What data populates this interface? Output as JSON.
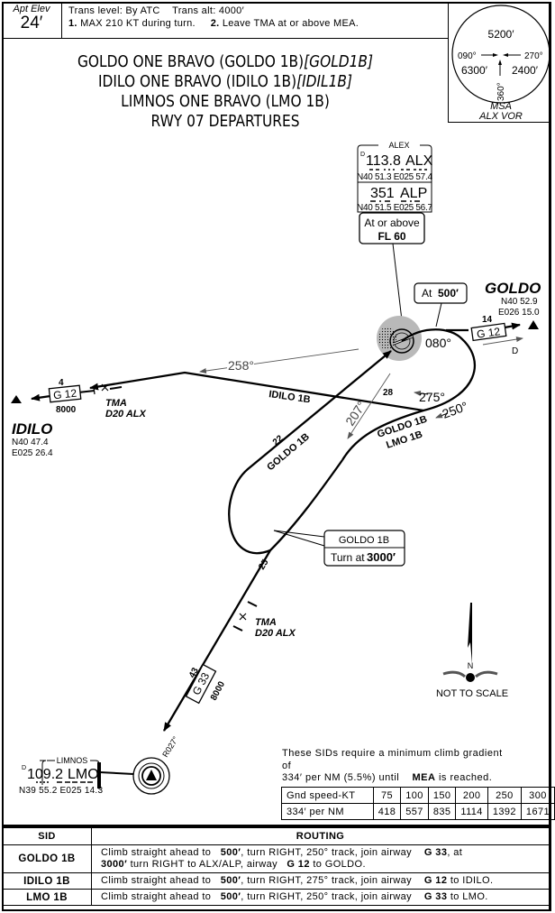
{
  "header": {
    "apt_elev_label": "Apt Elev",
    "apt_elev_value": "24′",
    "trans_level": "Trans level: By ATC",
    "trans_alt": "Trans alt: 4000′",
    "note1_num": "1.",
    "note1_text": "MAX 210 KT during turn.",
    "note2_num": "2.",
    "note2_text": "Leave TMA at or above MEA."
  },
  "msa": {
    "north_sector": "5200′",
    "west_sector": "6300′",
    "east_sector": "2400′",
    "bearing_left": "090°",
    "bearing_right": "270°",
    "bearing_bottom": "360°",
    "label": "MSA",
    "facility": "ALX VOR"
  },
  "title": {
    "line1": "GOLDO ONE BRAVO (GOLDO 1B)",
    "line1_code": "[GOLD1B]",
    "line2": "IDILO ONE BRAVO (IDILO 1B)",
    "line2_code": "[IDIL1B]",
    "line3": "LIMNOS ONE BRAVO (LMO 1B)",
    "line4": "RWY 07 DEPARTURES"
  },
  "navaids": {
    "alex": {
      "name": "ALEX",
      "vor_freq": "113.8",
      "vor_ident": "ALX",
      "vor_coords": "N40 51.3 E025 57.4",
      "ndb_freq": "351",
      "ndb_ident": "ALP",
      "ndb_coords": "N40 51.5 E025 56.7",
      "d_marker": "D"
    },
    "limnos": {
      "name": "LIMNOS",
      "freq": "109.2",
      "ident": "LMO",
      "coords": "N39 55.2 E025 14.3",
      "d_marker": "D",
      "radial": "R027°"
    }
  },
  "callouts": {
    "alex_alt_line1": "At or above",
    "alex_alt_line2": "FL 60",
    "at500_prefix": "At",
    "at500_value": "500′",
    "goldo_turn_title": "GOLDO 1B",
    "goldo_turn_prefix": "Turn at",
    "goldo_turn_value": "3000′"
  },
  "fixes": {
    "goldo": {
      "name": "GOLDO",
      "lat": "N40 52.9",
      "lon": "E026 15.0"
    },
    "idilo": {
      "name": "IDILO",
      "lat": "N40 47.4",
      "lon": "E025 26.4"
    }
  },
  "routes": {
    "g12_east": {
      "airway": "G 12",
      "distance": "14",
      "bearing": "080°",
      "dme": "D"
    },
    "g12_west": {
      "airway": "G 12",
      "distance": "4",
      "mea": "8000",
      "bearing": "258°"
    },
    "g33": {
      "airway": "G 33",
      "distance": "43",
      "mea": "8000"
    },
    "idilo_leg": {
      "label": "IDILO 1B",
      "distance": "28",
      "track": "275°"
    },
    "goldo_lmo_leg": {
      "label1": "GOLDO 1B",
      "label2": "LMO 1B",
      "track": "250°"
    },
    "goldo_inbound": {
      "label": "GOLDO 1B",
      "distance": "22",
      "track": "207°"
    },
    "lmo_leg": {
      "distance": "25"
    },
    "tma1": {
      "line1": "TMA",
      "line2": "D20 ALX"
    },
    "tma2": {
      "line1": "TMA",
      "line2": "D20 ALX"
    }
  },
  "north_arrow": {
    "n": "N",
    "scale_note": "NOT TO SCALE"
  },
  "climb_gradient": {
    "text1": "These SIDs require a minimum climb gradient",
    "text2": "of",
    "text3a": "334′ per NM (5.5%) until",
    "text3b": "MEA",
    "text3c": "is reached.",
    "row1_label": "Gnd speed-KT",
    "row2_label": "334′ per NM",
    "speeds": [
      "75",
      "100",
      "150",
      "200",
      "250",
      "300"
    ],
    "rates": [
      "418",
      "557",
      "835",
      "1114",
      "1392",
      "1671"
    ]
  },
  "routing_table": {
    "col_sid": "SID",
    "col_routing": "ROUTING",
    "rows": [
      {
        "sid": "GOLDO 1B",
        "t1": "Climb straight ahead to",
        "b1": "500′",
        "t2": ", turn RIGHT, 250° track, join airway",
        "b2": "G 33",
        "t3": ", at",
        "b3": "3000′",
        "t4": "turn RIGHT to ALX/ALP, airway",
        "b4": "G 12",
        "t5": "to GOLDO."
      },
      {
        "sid": "IDILO 1B",
        "t1": "Climb straight ahead to",
        "b1": "500′",
        "t2": ", turn RIGHT, 275° track, join airway",
        "b2": "G 12",
        "t3": "to IDILO."
      },
      {
        "sid": "LMO 1B",
        "t1": "Climb straight ahead to",
        "b1": "500′",
        "t2": ", turn RIGHT, 250° track, join airway",
        "b2": "G 33",
        "t3": "to LMO."
      }
    ]
  }
}
